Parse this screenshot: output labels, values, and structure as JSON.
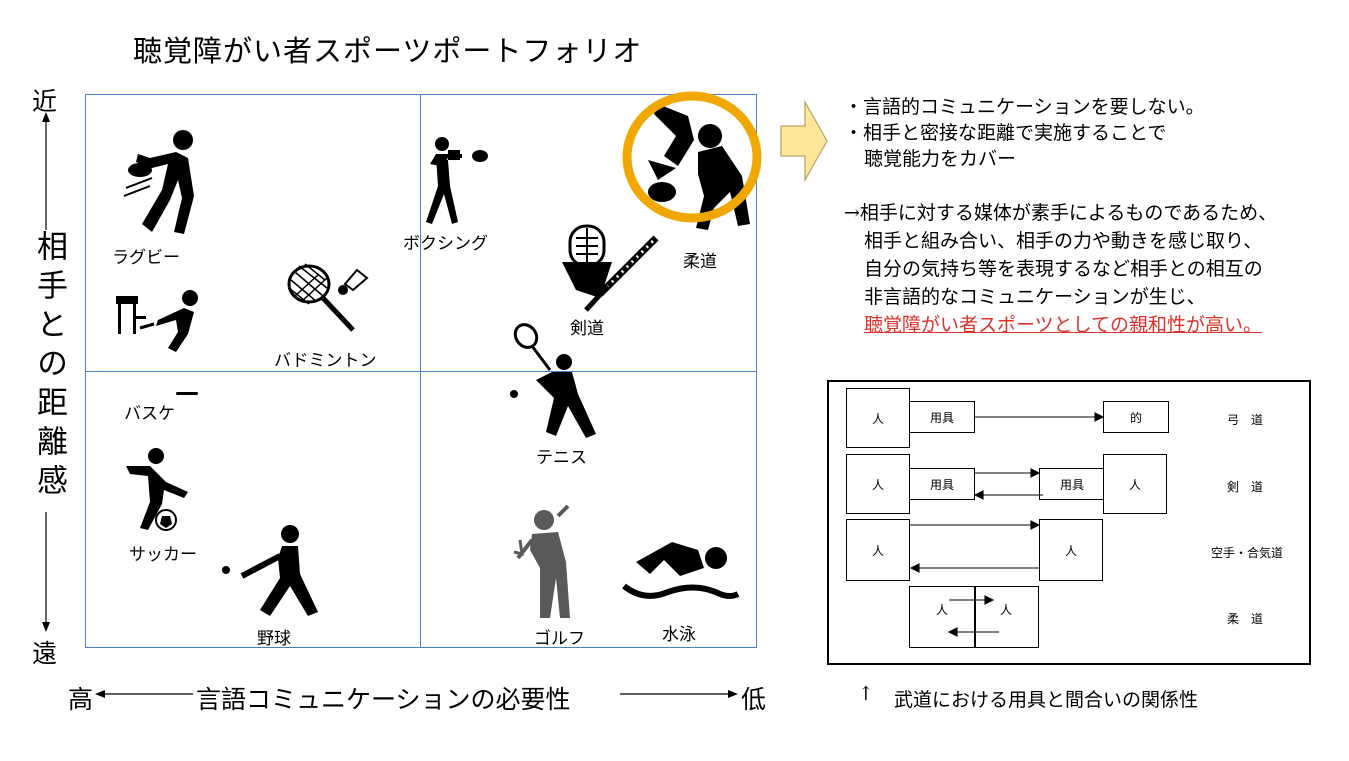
{
  "title": "聴覚障がい者スポーツポートフォリオ",
  "axes": {
    "y_top": "近",
    "y_bottom": "遠",
    "y_label": "相手との距離感",
    "x_left": "高",
    "x_right": "低",
    "x_label": "言語コミュニケーションの必要性"
  },
  "sports": {
    "rugby": "ラグビー",
    "boxing": "ボクシング",
    "judo": "柔道",
    "kendo": "剣道",
    "badminton": "バドミントン",
    "basketball": "バスケ",
    "tennis": "テニス",
    "soccer": "サッカー",
    "baseball": "野球",
    "golf": "ゴルフ",
    "swimming": "水泳"
  },
  "notes": {
    "line1": "・言語的コミュニケーションを要しない。",
    "line2": "・相手と密接な距離で実施することで",
    "line3": "聴覚能力をカバー",
    "line4": "→相手に対する媒体が素手によるものであるため、",
    "line5": "相手と組み合い、相手の力や動きを感じ取り、",
    "line6": "自分の気持ち等を表現するなど相手との相互の",
    "line7": "非言語的なコミュニケーションが生じ、",
    "line8": "聴覚障がい者スポーツとしての親和性が高い。"
  },
  "relation": {
    "person": "人",
    "tool": "用具",
    "target": "的",
    "kyudo": "弓　道",
    "kendo": "剣　道",
    "karate_aikido": "空手・合気道",
    "judo": "柔　道",
    "caption_arrow": "↑",
    "caption": "武道における用具と間合いの関係性"
  },
  "colors": {
    "highlight_ring": "#f0a800",
    "arrow_fill": "#ffe699",
    "grid": "#4a7fc1",
    "emphasis": "#e0302a"
  }
}
